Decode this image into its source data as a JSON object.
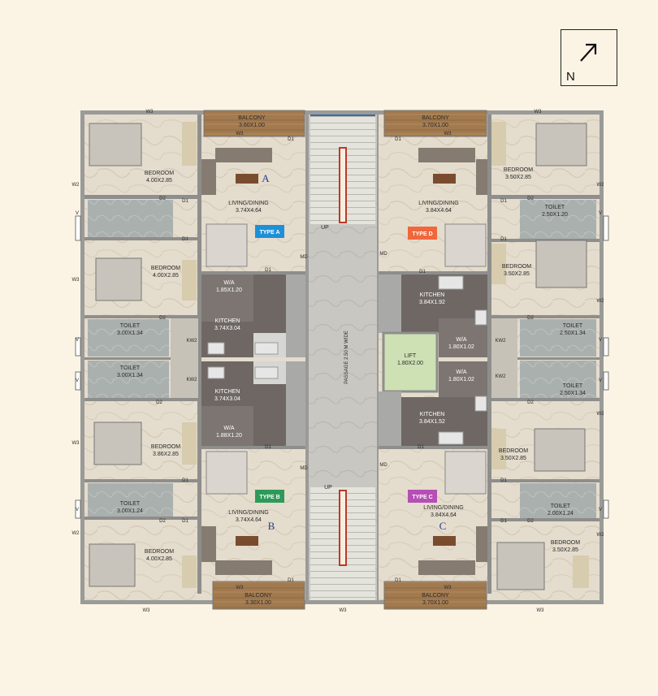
{
  "compass": {
    "label": "N"
  },
  "colors": {
    "type_a": "#1e90d8",
    "type_b": "#2e9a5a",
    "type_c": "#b64fb4",
    "type_d": "#f0673c"
  },
  "labels": {
    "balcony_tl": "BALCONY",
    "balcony_tl_dim": "3.60X1.00",
    "balcony_tr": "BALCONY",
    "balcony_tr_dim": "3.70X1.00",
    "balcony_bl": "BALCONY",
    "balcony_bl_dim": "3.30X1.00",
    "balcony_br": "BALCONY",
    "balcony_br_dim": "3.70X1.00",
    "bed_a1": "BEDROOM",
    "bed_a1_dim": "4.00X2.85",
    "bed_a2": "BEDROOM",
    "bed_a2_dim": "4.00X2.85",
    "bed_b1": "BEDROOM",
    "bed_b1_dim": "3.86X2.85",
    "bed_b2": "BEDROOM",
    "bed_b2_dim": "4.00X2.85",
    "bed_d1": "BEDROOM",
    "bed_d1_dim": "3.50X2.85",
    "bed_d2": "BEDROOM",
    "bed_d2_dim": "3.50X2.85",
    "bed_c1": "BEDROOM",
    "bed_c1_dim": "3.50X2.85",
    "bed_c2": "BEDROOM",
    "bed_c2_dim": "3.50X2.85",
    "living_a": "LIVING/DINING",
    "living_a_dim": "3.74X4.64",
    "living_b": "LIVING/DINING",
    "living_b_dim": "3.74X4.64",
    "living_c": "LIVING/DINING",
    "living_c_dim": "3.84X4.64",
    "living_d": "LIVING/DINING",
    "living_d_dim": "3.84X4.64",
    "toilet_a": "TOILET",
    "toilet_a_dim": "3.00X1.34",
    "toilet_a2": "TOILET",
    "toilet_a2_dim": "3.00X1.34",
    "toilet_b": "TOILET",
    "toilet_b_dim": "3.00X1.24",
    "toilet_d1": "TOILET",
    "toilet_d1_dim": "2.50X1.20",
    "toilet_d2": "TOILET",
    "toilet_d2_dim": "2.50X1.34",
    "toilet_d3": "TOILET",
    "toilet_d3_dim": "2.50X1.34",
    "toilet_c": "TOILET",
    "toilet_c_dim": "2.00X1.24",
    "wa_a": "W/A",
    "wa_a_dim": "1.85X1.20",
    "wa_b": "W/A",
    "wa_b_dim": "1.88X1.20",
    "wa_d": "W/A",
    "wa_d_dim": "1.80X1.02",
    "wa_c": "W/A",
    "wa_c_dim": "1.80X1.02",
    "kitchen_a": "KITCHEN",
    "kitchen_a_dim": "3.74X3.04",
    "kitchen_b": "KITCHEN",
    "kitchen_b_dim": "3.74X3.04",
    "kitchen_d": "KITCHEN",
    "kitchen_d_dim": "3.84X1.92",
    "kitchen_c": "KITCHEN",
    "kitchen_c_dim": "3.84X1.52",
    "lift": "LIFT",
    "lift_dim": "1.80X2.00",
    "passage": "PASSAGE 2.50 M WIDE",
    "up_top": "UP",
    "up_bottom": "UP",
    "type_a": "TYPE A",
    "type_b": "TYPE B",
    "type_c": "TYPE C",
    "type_d": "TYPE D",
    "letter_a": "A",
    "letter_b": "B",
    "letter_c": "C",
    "w3": "W3",
    "w2": "W2",
    "v": "V",
    "d1": "D1",
    "d2": "D2",
    "md": "MD",
    "kw2": "KW2"
  }
}
